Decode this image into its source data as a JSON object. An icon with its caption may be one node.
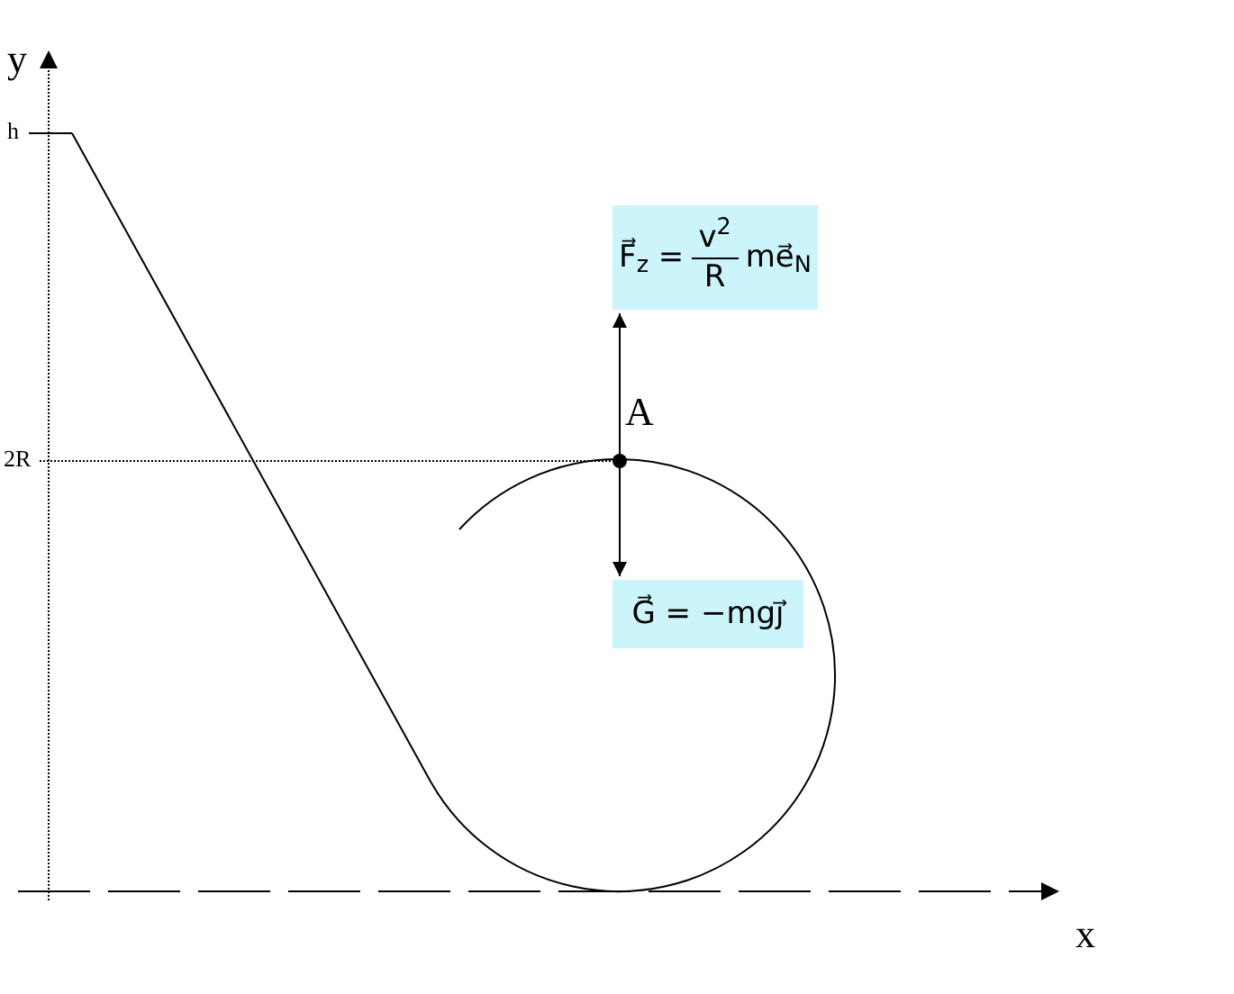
{
  "diagram": {
    "nodes": [
      {
        "text": [
          "A"
        ]
      },
      {
        "text": [
          "F⃗$_{z}$ =",
          "v$^{2}$",
          "R",
          "me⃗$_{N}$"
        ]
      },
      {
        "text": [
          "G⃗ = −mgj⃗"
        ]
      }
    ],
    "edges": [
      {
        "from": 0,
        "to": 1,
        "arrow": "to"
      },
      {
        "from": 0,
        "to": 2,
        "arrow": "to"
      }
    ],
    "labels": [
      "y",
      "h",
      "2R",
      "x"
    ]
  }
}
